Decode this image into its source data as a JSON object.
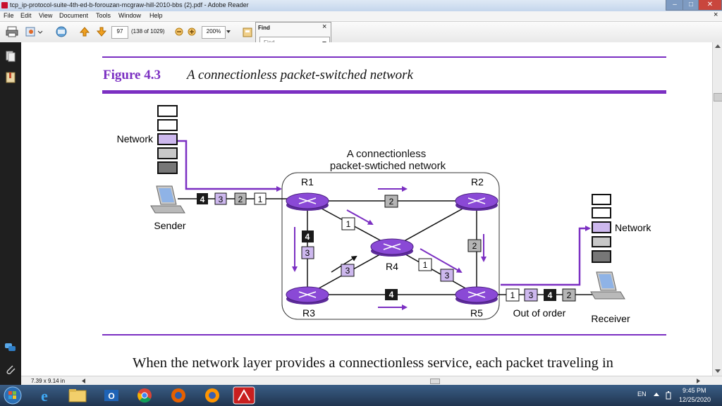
{
  "window": {
    "title": "tcp_ip-protocol-suite-4th-ed-b-forouzan-mcgraw-hill-2010-bbs (2).pdf - Adobe Reader",
    "min_label": "–",
    "max_label": "□",
    "close_label": "✕",
    "doc_close_label": "×"
  },
  "menu": [
    "File",
    "Edit",
    "View",
    "Document",
    "Tools",
    "Window",
    "Help"
  ],
  "toolbar": {
    "page_number": "97",
    "page_count": "(138 of 1029)",
    "zoom": "200%"
  },
  "find": {
    "title": "Find",
    "close": "×",
    "placeholder": "Find"
  },
  "figure": {
    "label": "Figure 4.3",
    "title": "A connectionless packet-switched network",
    "network_title_line1": "A connectionless",
    "network_title_line2": "packet-swtiched network",
    "sender_label": "Sender",
    "receiver_label": "Receiver",
    "network_left_label": "Network",
    "network_right_label": "Network",
    "out_of_order_label": "Out of order",
    "routers": {
      "r1": "R1",
      "r2": "R2",
      "r3": "R3",
      "r4": "R4",
      "r5": "R5"
    },
    "packets": {
      "p1": "1",
      "p2": "2",
      "p3": "3",
      "p4": "4"
    }
  },
  "body_text": "When the network layer provides a connectionless service, each packet traveling in",
  "status": {
    "page_size": "7.39 x 9.14 in"
  },
  "taskbar": {
    "language": "EN",
    "time": "9:45 PM",
    "date": "12/25/2020"
  },
  "colors": {
    "accent_purple": "#7b2fc2",
    "router_purple": "#8a49d6",
    "packet_lavender": "#cdb8ee",
    "packet_gray": "#b5b5b5",
    "packet_black": "#1a1a1a"
  }
}
